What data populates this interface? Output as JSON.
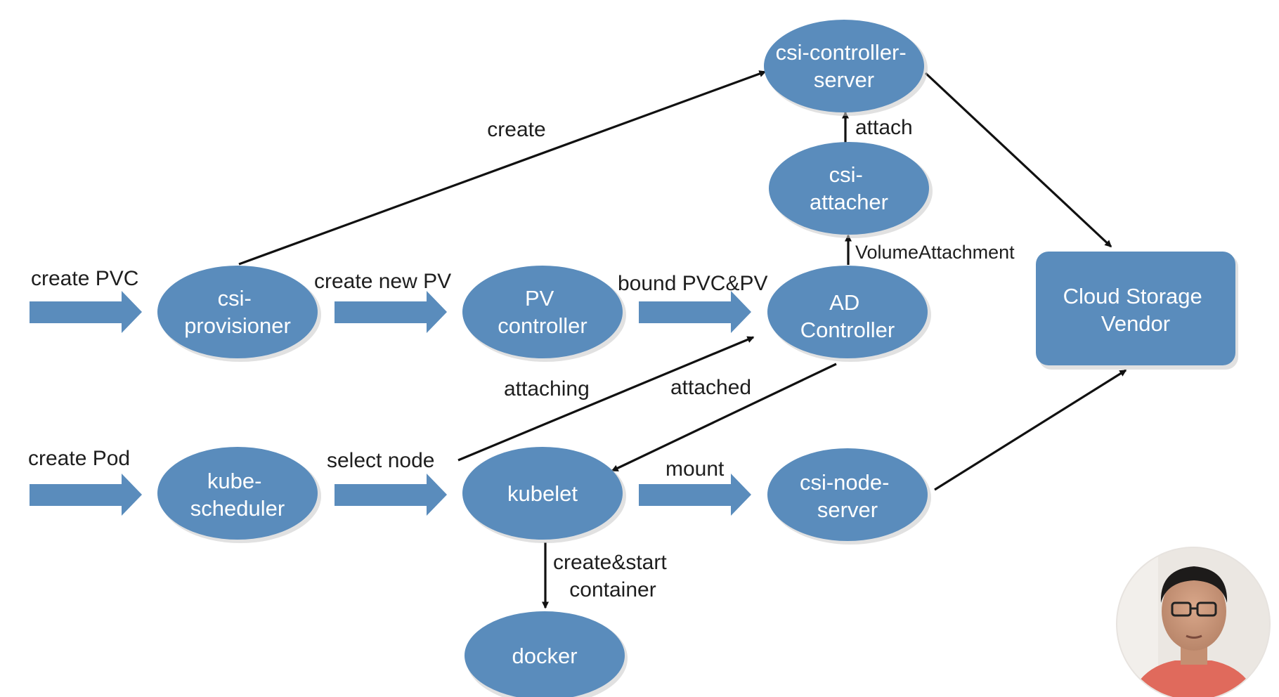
{
  "colors": {
    "node_fill": "#5a8cbc",
    "node_text": "#ffffff",
    "edge": "#111111",
    "label_text": "#1e1e1e",
    "background": "#ffffff"
  },
  "nodes": {
    "csi_controller_server": [
      "csi-controller-",
      "server"
    ],
    "csi_attacher": [
      "csi-",
      "attacher"
    ],
    "csi_provisioner": [
      "csi-",
      "provisioner"
    ],
    "pv_controller": [
      "PV",
      "controller"
    ],
    "ad_controller": [
      "AD",
      "Controller"
    ],
    "cloud_storage_vendor": [
      "Cloud Storage",
      "Vendor"
    ],
    "kube_scheduler": [
      "kube-",
      "scheduler"
    ],
    "kubelet": [
      "kubelet"
    ],
    "csi_node_server": [
      "csi-node-",
      "server"
    ],
    "docker": [
      "docker"
    ]
  },
  "edges": {
    "create": "create",
    "attach": "attach",
    "volume_attachment": "VolumeAttachment",
    "create_pvc": "create PVC",
    "create_new_pv": "create new PV",
    "bound_pvc_pv": "bound PVC&PV",
    "attaching": "attaching",
    "attached": "attached",
    "create_pod": "create Pod",
    "select_node": "select node",
    "mount": "mount",
    "create_start_container": [
      "create&start",
      "container"
    ]
  },
  "presenter": {
    "icon": "presenter-webcam-portrait"
  }
}
